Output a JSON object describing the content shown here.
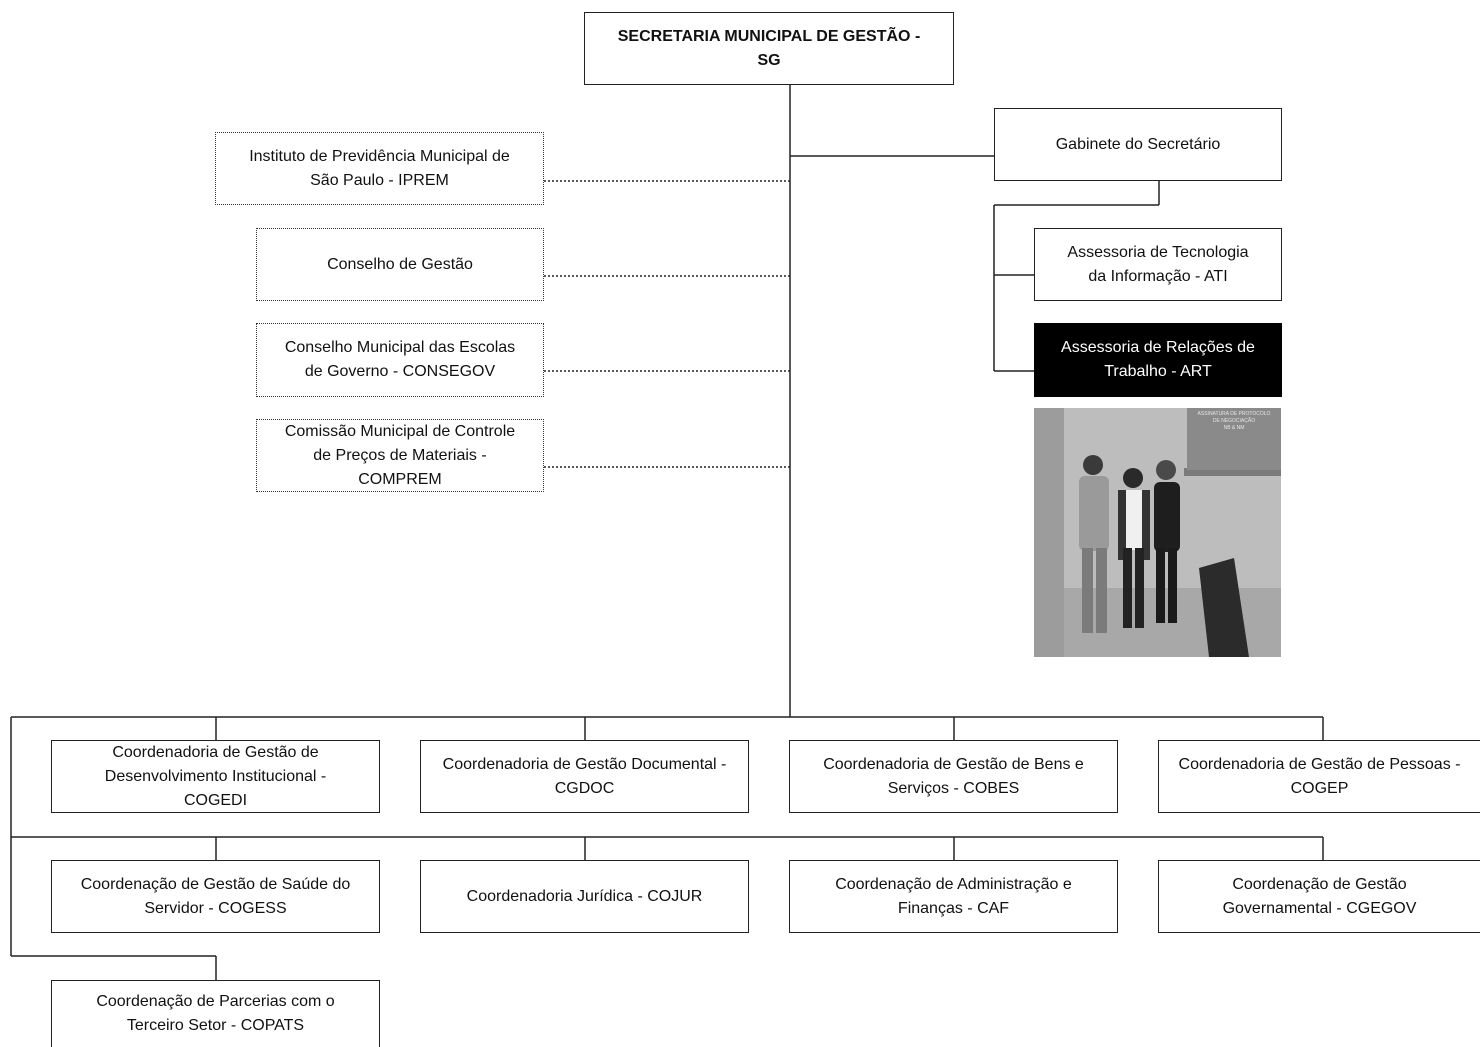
{
  "root": "SECRETARIA MUNICIPAL DE GESTÃO -\nSG",
  "cabinet": "Gabinete do Secretário",
  "advisory": {
    "ati": "Assessoria de Tecnologia\nda Informação - ATI",
    "art": "Assessoria de Relações de\nTrabalho - ART"
  },
  "councils": [
    "Instituto de Previdência Municipal de\nSão Paulo - IPREM",
    "Conselho de Gestão",
    "Conselho Municipal das Escolas\nde Governo - CONSEGOV",
    "Comissão Municipal de Controle\nde Preços de Materiais -\nCOMPREM"
  ],
  "photo_sign": "ASSINATURA DE PROTOCOLO\nDE NEGOCIAÇÃO\nNB & NM",
  "units_row1": [
    "Coordenadoria de Gestão de\nDesenvolvimento Institucional -\nCOGEDI",
    "Coordenadoria de Gestão Documental -\nCGDOC",
    "Coordenadoria de Gestão de Bens e\nServiços - COBES",
    "Coordenadoria de Gestão de Pessoas -\nCOGEP"
  ],
  "units_row2": [
    "Coordenação de Gestão de Saúde do\nServidor - COGESS",
    "Coordenadoria Jurídica - COJUR",
    "Coordenação de Administração e\nFinanças - CAF",
    "Coordenação de Gestão\nGovernamental - CGEGOV"
  ],
  "units_row3": [
    "Coordenação de Parcerias com o\nTerceiro Setor - COPATS"
  ]
}
